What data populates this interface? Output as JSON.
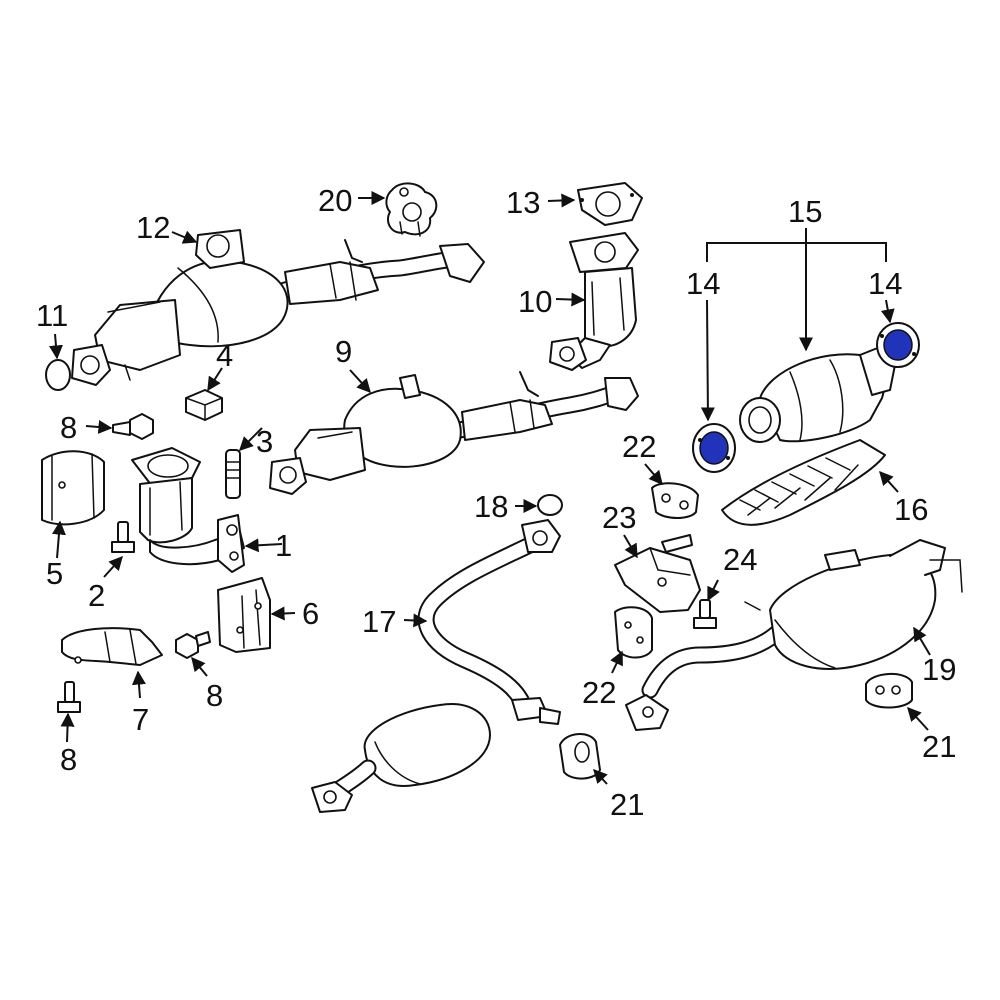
{
  "highlight_color": "#2233bb",
  "callouts": {
    "c1": "1",
    "c2": "2",
    "c3": "3",
    "c4": "4",
    "c5": "5",
    "c6": "6",
    "c7": "7",
    "c8a": "8",
    "c8b": "8",
    "c8c": "8",
    "c9": "9",
    "c10": "10",
    "c11": "11",
    "c12": "12",
    "c13": "13",
    "c14a": "14",
    "c14b": "14",
    "c15": "15",
    "c16": "16",
    "c17": "17",
    "c18": "18",
    "c19": "19",
    "c20": "20",
    "c21a": "21",
    "c21b": "21",
    "c22a": "22",
    "c22b": "22",
    "c23": "23",
    "c24": "24"
  }
}
